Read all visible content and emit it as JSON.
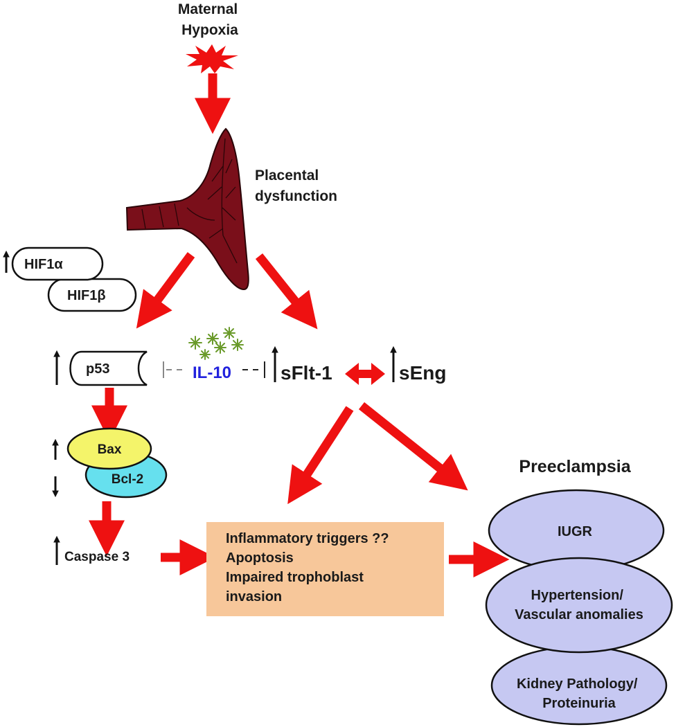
{
  "nodes": {
    "maternal_hypoxia": [
      "Maternal",
      "Hypoxia"
    ],
    "placental_dysfunction": [
      "Placental",
      "dysfunction"
    ],
    "hif1a": "HIF1α",
    "hif1b": "HIF1β",
    "p53": "p53",
    "il10": "IL-10",
    "sflt1": "sFlt-1",
    "seng": "sEng",
    "bax": "Bax",
    "bcl2": "Bcl-2",
    "caspase3": "Caspase 3",
    "triggers": [
      "Inflammatory triggers ??",
      "Apoptosis",
      "Impaired trophoblast",
      "invasion"
    ],
    "preeclampsia": "Preeclampsia",
    "iugr": "IUGR",
    "hypertension": [
      "Hypertension/",
      "Vascular anomalies"
    ],
    "kidney": [
      "Kidney Pathology/",
      "Proteinuria"
    ]
  },
  "colors": {
    "arrow": "#ee1111",
    "placenta": "#7a0f1a",
    "il10_text": "#2222dd",
    "bax_fill": "#f4f46a",
    "bcl2_fill": "#66e0ee",
    "box_fill": "#f7c79a",
    "ellipse_fill": "#c6c8f2",
    "sparkle": "#6a9a2a"
  },
  "regulation": {
    "hif1a": "up",
    "p53": "up",
    "sflt1": "up",
    "seng": "up",
    "bax": "up",
    "bcl2": "down",
    "caspase3": "up"
  }
}
